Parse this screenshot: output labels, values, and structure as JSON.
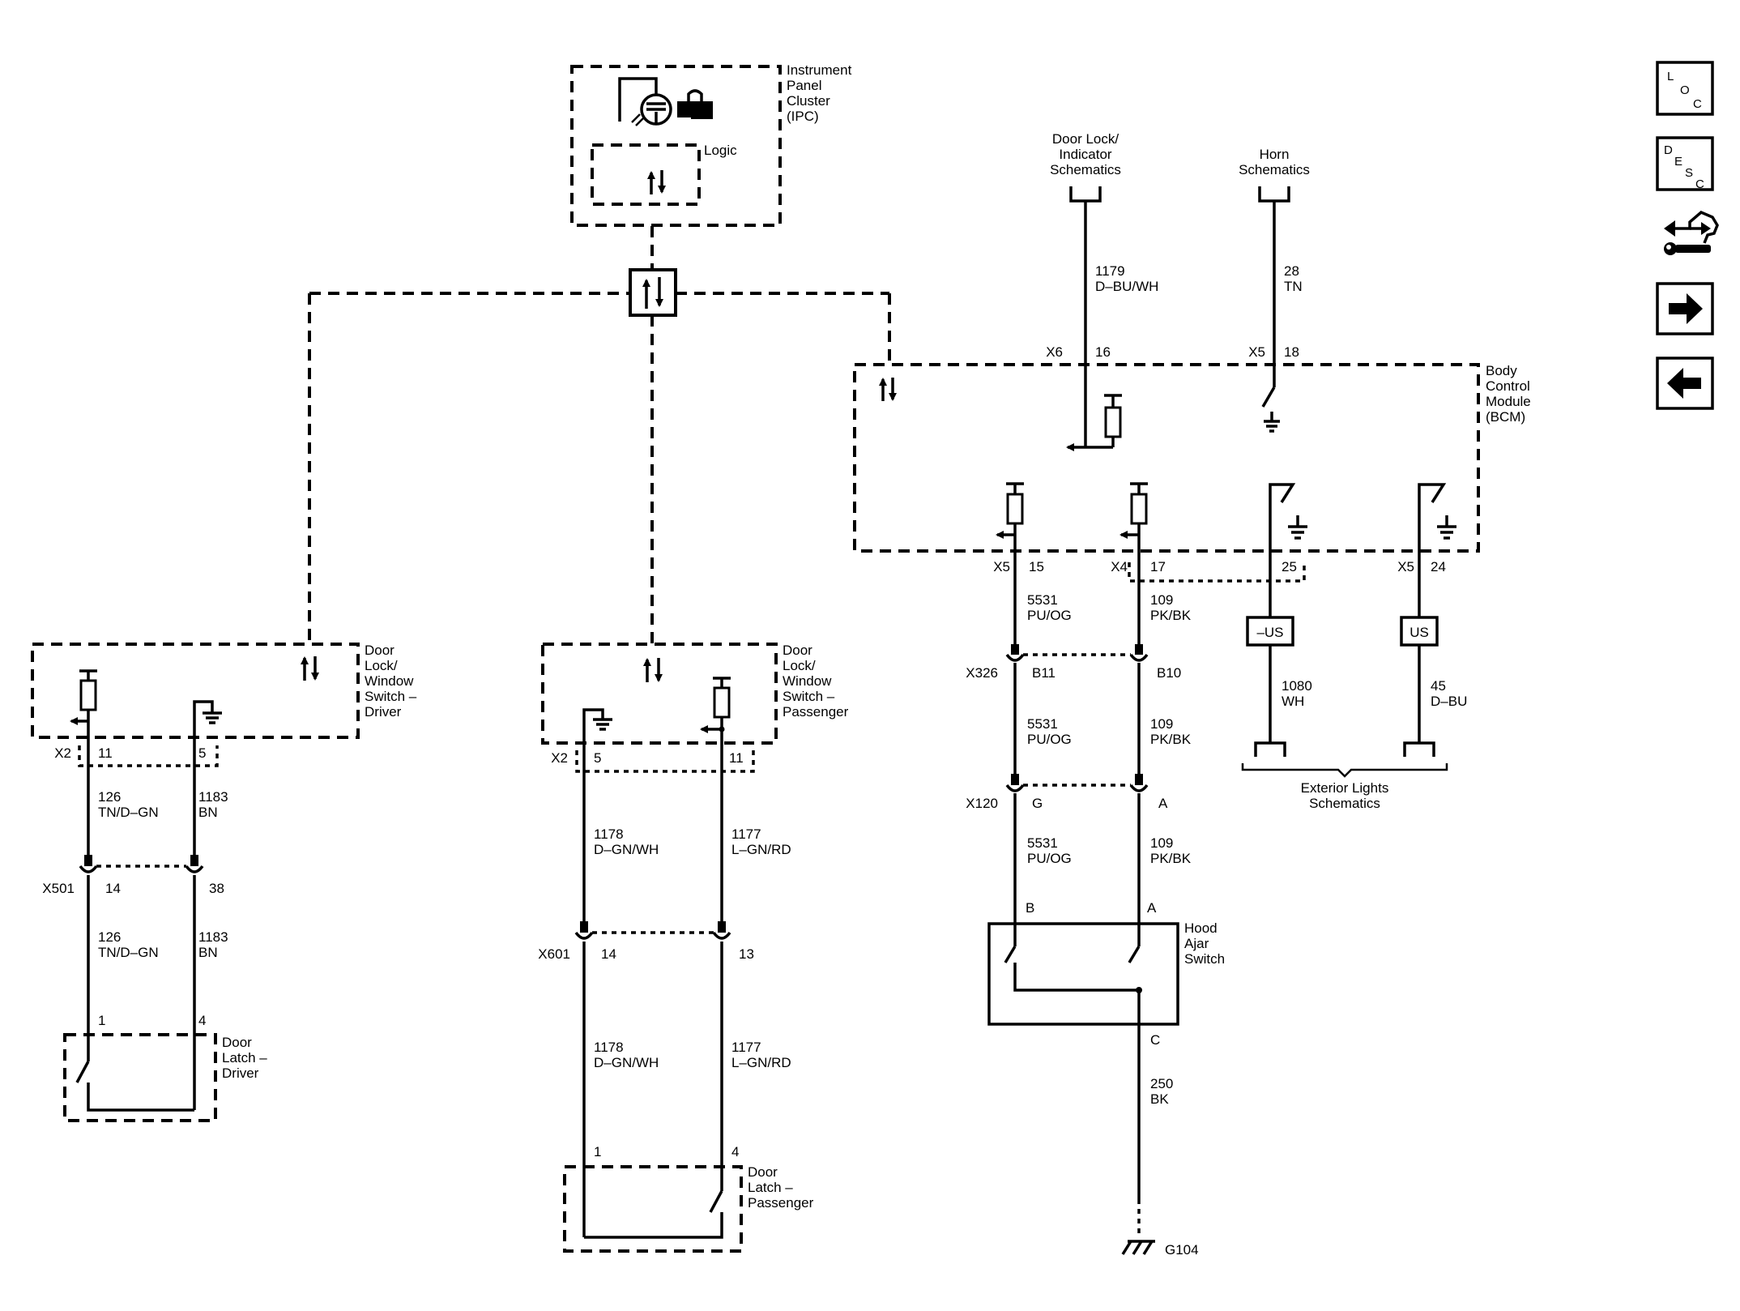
{
  "modules": {
    "ipc": {
      "lines": [
        "Instrument",
        "Panel",
        "Cluster",
        "(IPC)"
      ],
      "logic": "Logic"
    },
    "bcm": {
      "lines": [
        "Body",
        "Control",
        "Module",
        "(BCM)"
      ]
    },
    "door_switch_driver": {
      "lines": [
        "Door",
        "Lock/",
        "Window",
        "Switch –",
        "Driver"
      ]
    },
    "door_switch_passenger": {
      "lines": [
        "Door",
        "Lock/",
        "Window",
        "Switch –",
        "Passenger"
      ]
    },
    "door_latch_driver": {
      "lines": [
        "Door",
        "Latch –",
        "Driver"
      ]
    },
    "door_latch_passenger": {
      "lines": [
        "Door",
        "Latch –",
        "Passenger"
      ]
    },
    "hood_ajar_switch": {
      "lines": [
        "Hood",
        "Ajar",
        "Switch"
      ]
    }
  },
  "references": {
    "door_lock_indicator": [
      "Door Lock/",
      "Indicator",
      "Schematics"
    ],
    "horn": [
      "Horn",
      "Schematics"
    ],
    "exterior_lights": [
      "Exterior Lights",
      "Schematics"
    ]
  },
  "connectors": {
    "x6": "X6",
    "x5_top": "X5",
    "x5_left": "X5",
    "x4": "X4",
    "x5_right": "X5",
    "x2_driver": "X2",
    "x2_passenger": "X2",
    "x501": "X501",
    "x601": "X601",
    "x326": "X326",
    "x120": "X120"
  },
  "pins": {
    "p16": "16",
    "p18": "18",
    "p15": "15",
    "p17": "17",
    "p25": "25",
    "p24": "24",
    "drv_11": "11",
    "drv_5": "5",
    "x501_14": "14",
    "x501_38": "38",
    "latch_drv_1": "1",
    "latch_drv_4": "4",
    "pas_5": "5",
    "pas_11": "11",
    "x601_14": "14",
    "x601_13": "13",
    "latch_pas_1": "1",
    "latch_pas_4": "4",
    "b11": "B11",
    "b10": "B10",
    "g": "G",
    "a_x120": "A",
    "hood_b": "B",
    "hood_a": "A",
    "hood_c": "C"
  },
  "wires": {
    "w1179": {
      "circuit": "1179",
      "color": "D–BU/WH"
    },
    "w28": {
      "circuit": "28",
      "color": "TN"
    },
    "w5531_a": {
      "circuit": "5531",
      "color": "PU/OG"
    },
    "w109_a": {
      "circuit": "109",
      "color": "PK/BK"
    },
    "w5531_b": {
      "circuit": "5531",
      "color": "PU/OG"
    },
    "w109_b": {
      "circuit": "109",
      "color": "PK/BK"
    },
    "w5531_c": {
      "circuit": "5531",
      "color": "PU/OG"
    },
    "w109_c": {
      "circuit": "109",
      "color": "PK/BK"
    },
    "w1080": {
      "circuit": "1080",
      "color": "WH"
    },
    "w45": {
      "circuit": "45",
      "color": "D–BU"
    },
    "w250": {
      "circuit": "250",
      "color": "BK"
    },
    "w126_a": {
      "circuit": "126",
      "color": "TN/D–GN"
    },
    "w1183_a": {
      "circuit": "1183",
      "color": "BN"
    },
    "w126_b": {
      "circuit": "126",
      "color": "TN/D–GN"
    },
    "w1183_b": {
      "circuit": "1183",
      "color": "BN"
    },
    "w1178_a": {
      "circuit": "1178",
      "color": "D–GN/WH"
    },
    "w1177_a": {
      "circuit": "1177",
      "color": "L–GN/RD"
    },
    "w1178_b": {
      "circuit": "1178",
      "color": "D–GN/WH"
    },
    "w1177_b": {
      "circuit": "1177",
      "color": "L–GN/RD"
    }
  },
  "options": {
    "not_us": "–US",
    "us": "US"
  },
  "ground": {
    "g104": "G104"
  },
  "nav": {
    "loc": {
      "l": "L",
      "o": "O",
      "c": "C"
    },
    "desc": {
      "d": "D",
      "e": "E",
      "s": "S",
      "c": "C"
    }
  }
}
